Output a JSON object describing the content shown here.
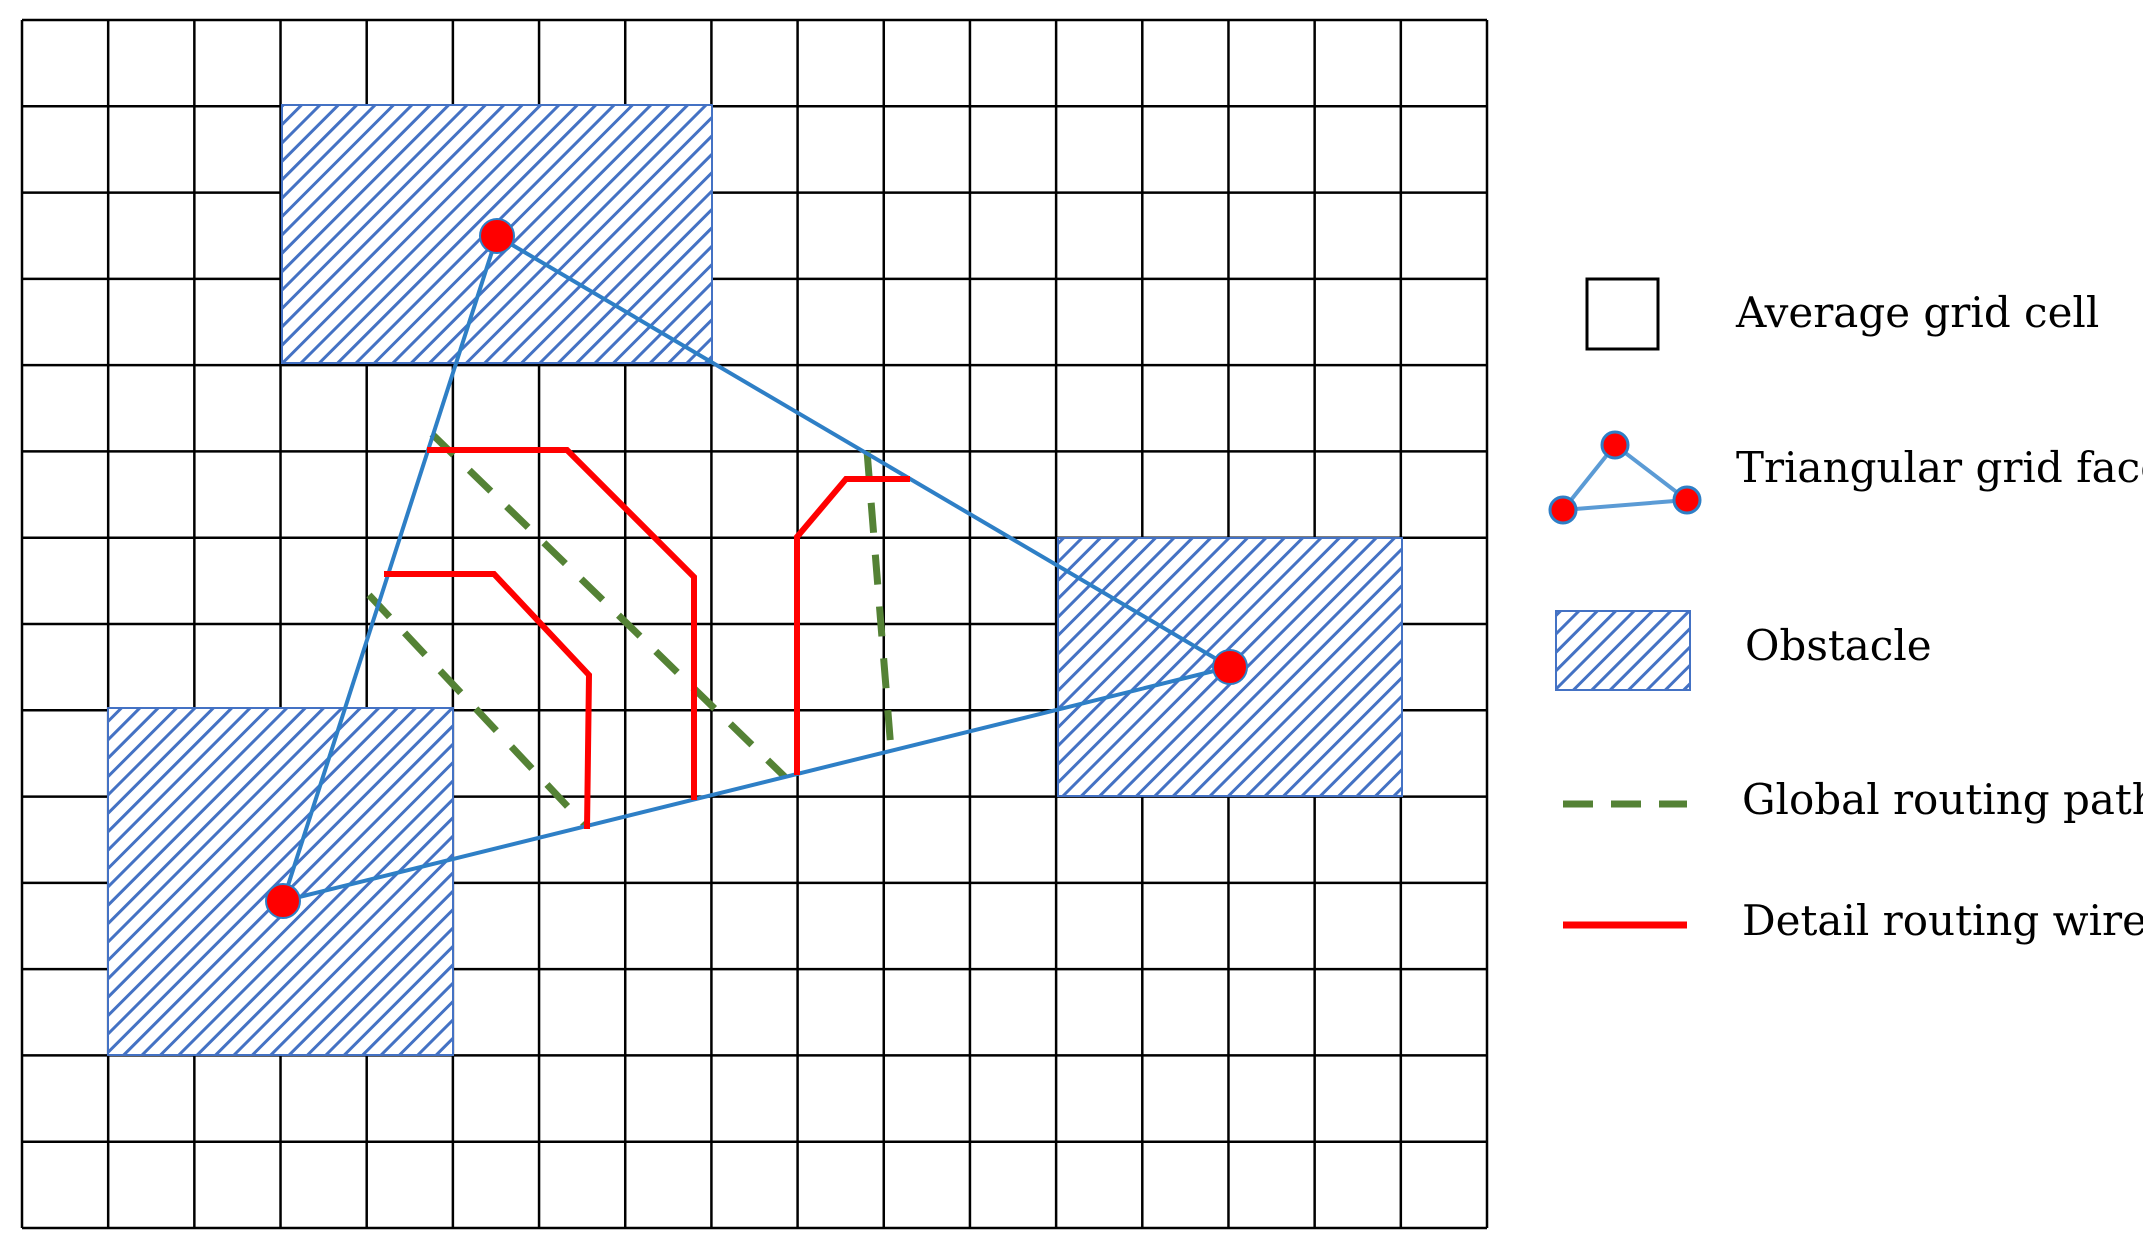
{
  "legend": {
    "items": [
      {
        "key": "grid_cell",
        "label": "Average grid cell",
        "icon": "grid-cell-swatch-icon"
      },
      {
        "key": "triangle",
        "label": "Triangular grid face",
        "icon": "triangle-face-icon"
      },
      {
        "key": "obstacle",
        "label": "Obstacle",
        "icon": "hatched-obstacle-icon"
      },
      {
        "key": "global_path",
        "label": "Global routing path",
        "icon": "dashed-line-icon"
      },
      {
        "key": "detail_wire",
        "label": "Detail routing wire",
        "icon": "solid-red-line-icon"
      }
    ]
  },
  "colors": {
    "grid_line": "#000000",
    "obstacle_edge": "#4472c4",
    "obstacle_hatch": "#4472c4",
    "triangle_edge": "#2e7fc6",
    "node_fill": "#ff0000",
    "global_path": "#548235",
    "detail_wire": "#ff0000"
  }
}
